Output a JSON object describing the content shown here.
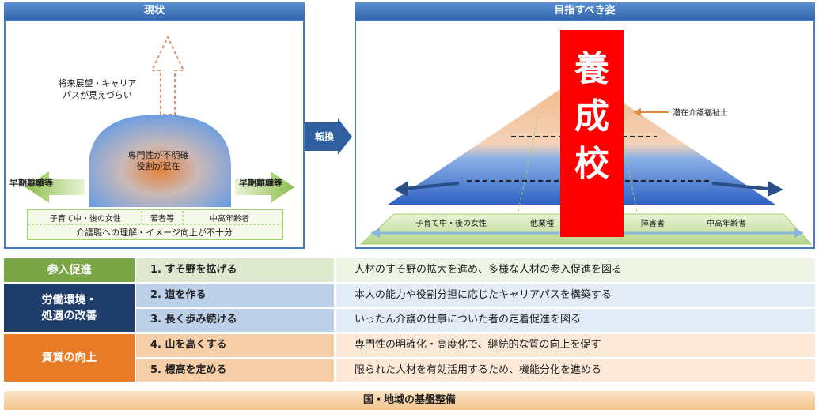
{
  "left_panel": {
    "title": "現状",
    "career_note_line1": "将来展望・キャリア",
    "career_note_line2": "パスが見えづらい",
    "dome_line1": "専門性が不明確",
    "dome_line2": "役割が混在",
    "early_leave_left": "早期離職等",
    "early_leave_right": "早期離職等",
    "groups": [
      "子育て中・後の女性",
      "若者等",
      "中高年齢者"
    ],
    "bottom_note": "介護職への理解・イメージ向上が不十分"
  },
  "transition_label": "転換",
  "right_panel": {
    "title": "目指すべき姿",
    "potential_label": "潜在介護福祉士",
    "overlay": [
      "養",
      "成",
      "校"
    ],
    "groups": [
      "子育て中・後の女性",
      "他業種",
      "障害者",
      "中高年齢者"
    ]
  },
  "categories": [
    {
      "name": "参入促進",
      "color": "#7aa646",
      "items": [
        {
          "label": "1. すそ野を拡げる",
          "desc": "人材のすそ野の拡大を進め、多様な人材の参入促進を図る"
        }
      ]
    },
    {
      "name_line1": "労働環境・",
      "name_line2": "処遇の改善",
      "color": "#1f3d6b",
      "items": [
        {
          "label": "2. 道を作る",
          "desc": "本人の能力や役割分担に応じたキャリアパスを構築する"
        },
        {
          "label": "3. 長く歩み続ける",
          "desc": "いったん介護の仕事についた者の定着促進を図る"
        }
      ]
    },
    {
      "name": "資質の向上",
      "color": "#e97b26",
      "items": [
        {
          "label": "4. 山を高くする",
          "desc": "専門性の明確化・高度化で、継続的な質の向上を促す"
        },
        {
          "label": "5. 標高を定める",
          "desc": "限られた人材を有効活用するため、機能分化を進める"
        }
      ]
    }
  ],
  "footer": "国・地域の基盤整備"
}
